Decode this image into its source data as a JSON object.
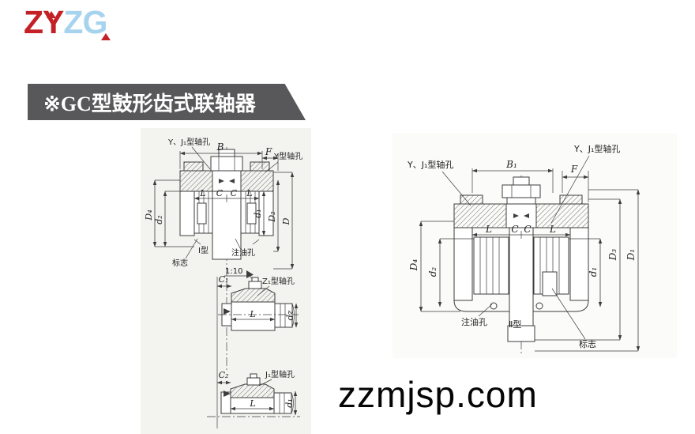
{
  "logo": {
    "part1": "ZY",
    "part2": "ZG",
    "color_red": "#c42127",
    "color_blue": "#a6d3ee"
  },
  "banner": {
    "title": "※GC型鼓形齿式联轴器",
    "bg": "#58585a"
  },
  "watermark": {
    "text": "zzmjsp.com"
  },
  "diagram_type1": {
    "labels": {
      "hole_yj1": "Y、J₁型轴孔",
      "hole_y": "Y型轴孔",
      "mark": "标志",
      "type": "Ⅰ型",
      "oil_hole": "注油孔"
    },
    "dims": {
      "B": "B",
      "F": "F",
      "L_left": "L",
      "C_left": "C",
      "C_right": "C",
      "L_right": "L",
      "D4": "D₄",
      "d2": "d₂",
      "d1": "d₁",
      "D2": "D₂",
      "D": "D"
    }
  },
  "diagram_z1": {
    "labels": {
      "taper": "1:10",
      "hole_z1": "Z₁型轴孔"
    },
    "dims": {
      "C1": "C₁",
      "L": "L",
      "dz": "dz"
    }
  },
  "diagram_j1": {
    "labels": {
      "hole_j1": "J₁型轴孔"
    },
    "dims": {
      "C2": "C₂",
      "L": "L",
      "d1": "d₁"
    }
  },
  "diagram_type2": {
    "labels": {
      "hole_yj1_left": "Y、J₁型轴孔",
      "hole_yj1_right": "Y、J₁型轴孔",
      "oil_hole": "注油孔",
      "type": "Ⅱ型",
      "mark": "标志"
    },
    "dims": {
      "B1": "B₁",
      "F": "F",
      "L_left": "L",
      "C_left": "C",
      "C_right": "C",
      "L_right": "L",
      "D4": "D₄",
      "d2": "d₂",
      "d1": "d₁",
      "D3": "D₃",
      "D1": "D₁"
    }
  }
}
